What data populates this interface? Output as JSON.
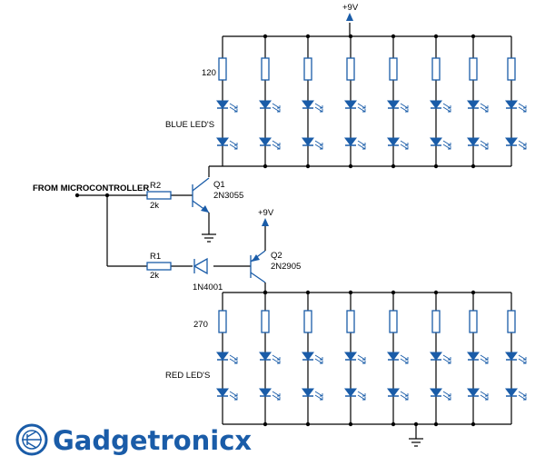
{
  "labels": {
    "vcc_top": "+9V",
    "vcc_mid": "+9V",
    "blue_res_value": "120",
    "blue_leds": "BLUE LED'S",
    "input": "FROM MICROCONTROLLER",
    "r2_name": "R2",
    "r2_value": "2k",
    "q1_name": "Q1",
    "q1_part": "2N3055",
    "r1_name": "R1",
    "r1_value": "2k",
    "q2_name": "Q2",
    "q2_part": "2N2905",
    "diode_part": "1N4001",
    "red_res_value": "270",
    "red_leds": "RED LED'S"
  },
  "brand": {
    "name": "Gadgetronicx",
    "color": "#1a5ca8",
    "icon": "circuit-logo-icon"
  },
  "colors": {
    "component": "#1a5ca8",
    "wire": "#000000"
  }
}
